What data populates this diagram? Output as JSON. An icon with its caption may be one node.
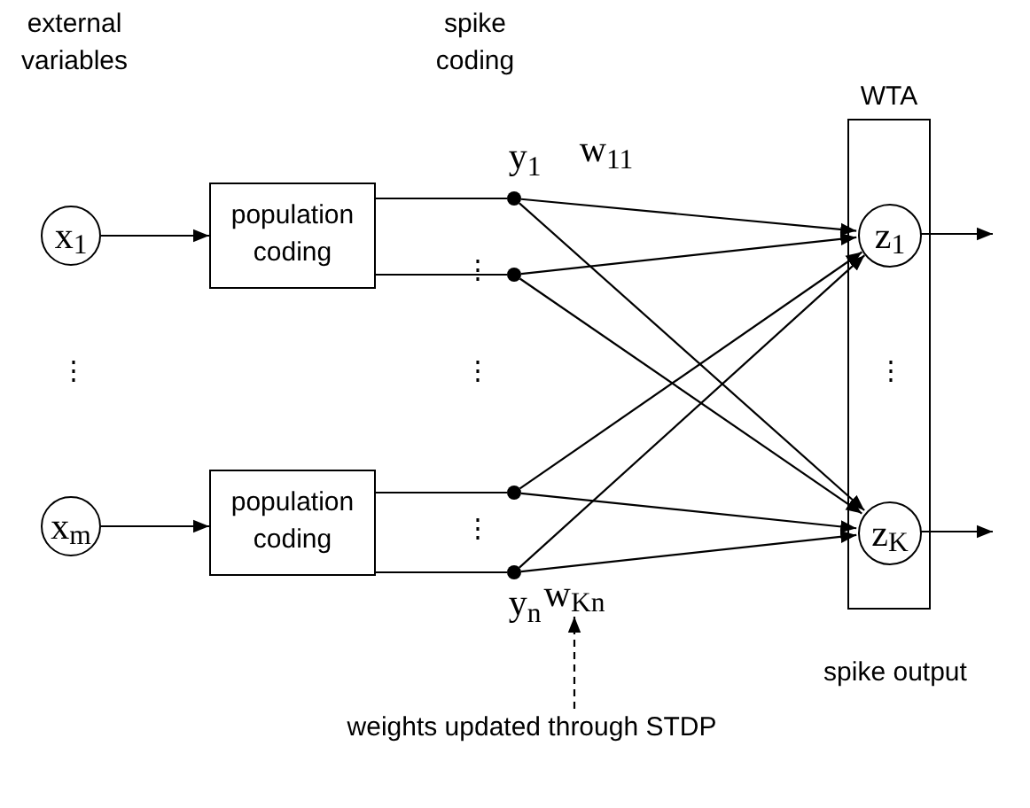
{
  "diagram": {
    "nodes": [
      {
        "text": [
          "x$_{1}$"
        ]
      },
      {
        "text": [
          "population coding"
        ]
      },
      {
        "text": [
          "x$_{m}$"
        ]
      },
      {
        "text": [
          "population coding"
        ]
      },
      {
        "text": [],
        "shape": "circle"
      },
      {
        "text": [],
        "shape": "circle"
      },
      {
        "text": [],
        "shape": "circle"
      },
      {
        "text": [],
        "shape": "circle"
      },
      {
        "text": [
          "WTA"
        ]
      },
      {
        "text": [
          "z$_{1}$"
        ],
        "in": 8
      },
      {
        "text": [
          "z$_{K}$"
        ],
        "in": 8
      },
      {
        "text": [
          "w$_{Kn}$"
        ]
      },
      {
        "text": [
          "weights updated through STDP"
        ]
      }
    ],
    "edges": [
      {
        "from": 0,
        "to": 1,
        "arrow": "to"
      },
      {
        "from": 2,
        "to": 3,
        "arrow": "to"
      },
      {
        "from": 1,
        "to": 4,
        "arrow": "none"
      },
      {
        "from": 1,
        "to": 5,
        "arrow": "none"
      },
      {
        "from": 3,
        "to": 6,
        "arrow": "none"
      },
      {
        "from": 3,
        "to": 7,
        "arrow": "none"
      },
      {
        "from": 4,
        "to": 9,
        "arrow": "to"
      },
      {
        "from": 4,
        "to": 10,
        "arrow": "to"
      },
      {
        "from": 5,
        "to": 9,
        "arrow": "to"
      },
      {
        "from": 5,
        "to": 10,
        "arrow": "to"
      },
      {
        "from": 6,
        "to": 9,
        "arrow": "to"
      },
      {
        "from": 6,
        "to": 10,
        "arrow": "to"
      },
      {
        "from": 7,
        "to": 9,
        "arrow": "to"
      },
      {
        "from": 7,
        "to": 10,
        "arrow": "to"
      },
      {
        "from": 9,
        "to": null,
        "arrow": "to"
      },
      {
        "from": 10,
        "to": null,
        "arrow": "to"
      },
      {
        "from": 12,
        "to": 11,
        "arrow": "to",
        "style": "dashed"
      }
    ],
    "labels": [
      "external variables",
      "spike coding",
      "y$_{1}$",
      "w$_{11}$",
      "⋮",
      "⋮",
      "⋮",
      "⋮",
      "⋮",
      "y$_{n}$",
      "spike output"
    ]
  }
}
